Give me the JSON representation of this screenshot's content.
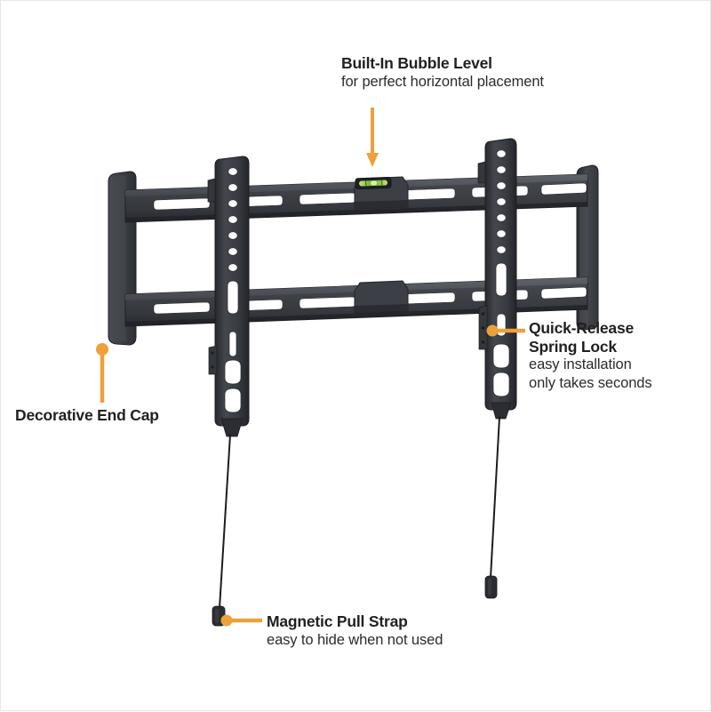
{
  "page": {
    "type": "product-feature-diagram",
    "product": "TV wall mount bracket",
    "background_color": "#ffffff",
    "accent_color": "#eca13b",
    "product_color": "#3a3d42",
    "text_color": "#231f20",
    "level_color": "#7dc242"
  },
  "callouts": [
    {
      "key": "bubble_level",
      "title": "Built-In Bubble Level",
      "subtitle": "for perfect horizontal placement",
      "leader": "arrow-down"
    },
    {
      "key": "quick_release",
      "title_line1": "Quick-Release",
      "title_line2": "Spring Lock",
      "subtitle_line1": "easy installation",
      "subtitle_line2": "only takes seconds",
      "leader": "dot-line-right"
    },
    {
      "key": "end_cap",
      "title": "Decorative End Cap",
      "subtitle": "",
      "leader": "dot-line-down"
    },
    {
      "key": "pull_strap",
      "title": "Magnetic Pull Strap",
      "subtitle": "easy to hide when not used",
      "leader": "dot-line-right"
    }
  ],
  "icons": {
    "bubble_level": "spirit-level-icon",
    "end_cap": "end-cap-icon",
    "pull_strap": "pull-strap-tab-icon",
    "spring_lock": "spring-lock-icon"
  }
}
